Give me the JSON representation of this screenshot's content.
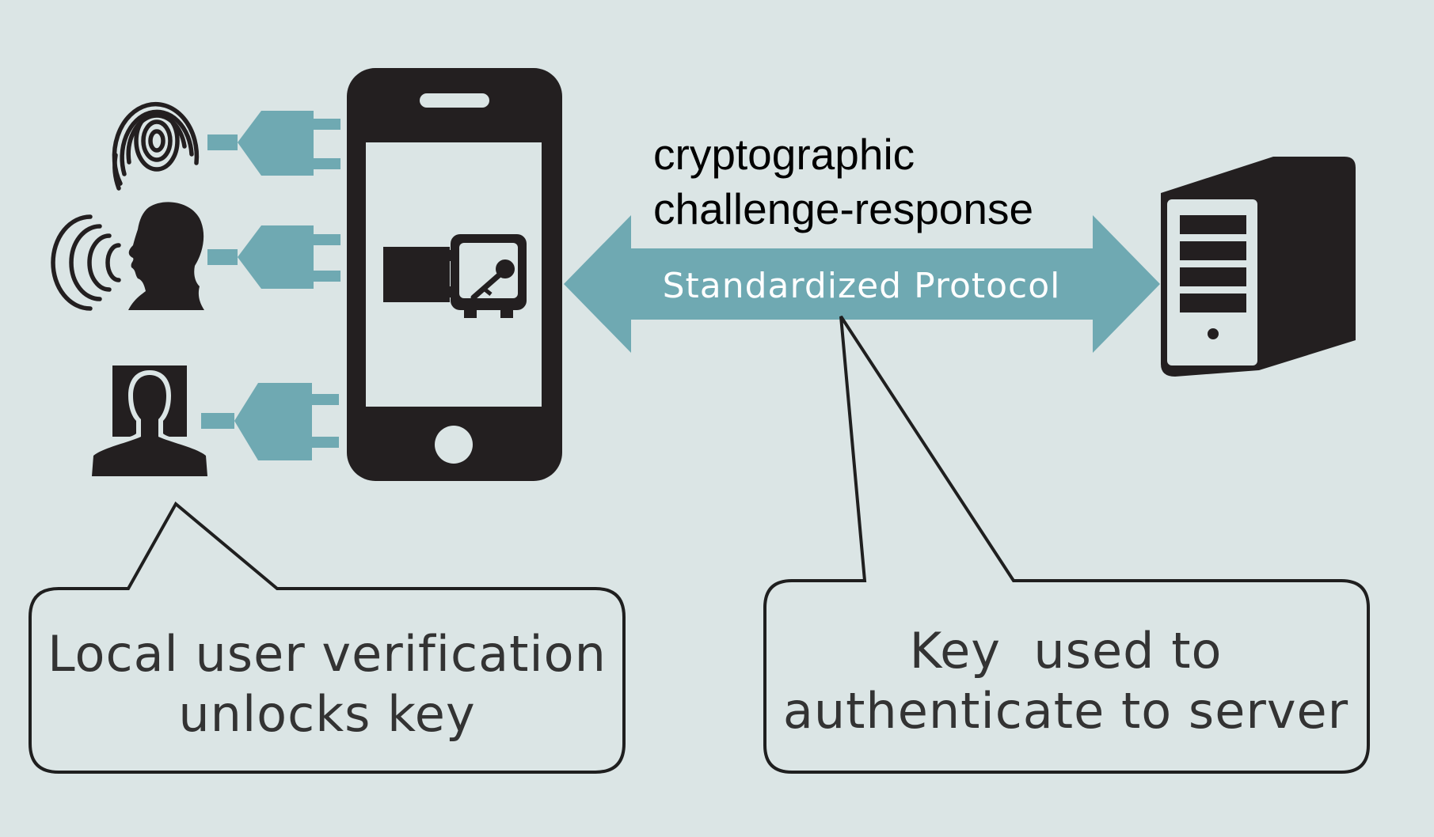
{
  "colors": {
    "background": "#dbe5e5",
    "accent_teal": "#6fa9b2",
    "icon_dark": "#231f20",
    "callout_stroke": "#1f1f1f"
  },
  "icons": {
    "fingerprint": "fingerprint-icon",
    "voice": "voice-speaking-icon",
    "face": "face-recognition-icon",
    "plug": "plug-icon",
    "phone": "smartphone-icon",
    "safe": "key-safe-icon",
    "server": "server-icon",
    "arrow": "double-arrow-icon"
  },
  "labels": {
    "crypto_line1": "cryptographic",
    "crypto_line2": "challenge-response",
    "protocol": "Standardized Protocol",
    "left_callout_line1": "Local user verification",
    "left_callout_line2": "unlocks key",
    "right_callout_line1": "Key  used to",
    "right_callout_line2": "authenticate to server"
  }
}
